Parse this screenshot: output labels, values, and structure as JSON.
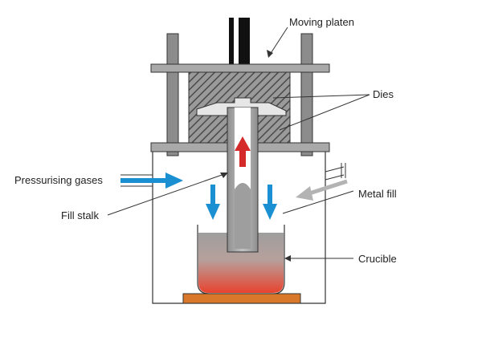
{
  "labels": {
    "moving_platen": "Moving platen",
    "dies": "Dies",
    "pressurising_gases": "Pressurising gases",
    "fill_stalk": "Fill stalk",
    "metal_fill": "Metal fill",
    "crucible": "Crucible"
  },
  "colors": {
    "steel_plate": "#a9a9a9",
    "outline": "#333333",
    "die_hatch": "#5a5a5a",
    "blue_arrow": "#1a8fd1",
    "red_arrow": "#d42a2a",
    "metal_grey": "#9e9e9e",
    "molten_red": "#e4513e",
    "heater": "#d9782a",
    "metal_fill_arrow": "#b3b3b3"
  },
  "icons": {
    "pressure_arrow": "arrow-right-icon",
    "down_flow": "arrow-down-icon",
    "up_flow": "arrow-up-icon"
  }
}
